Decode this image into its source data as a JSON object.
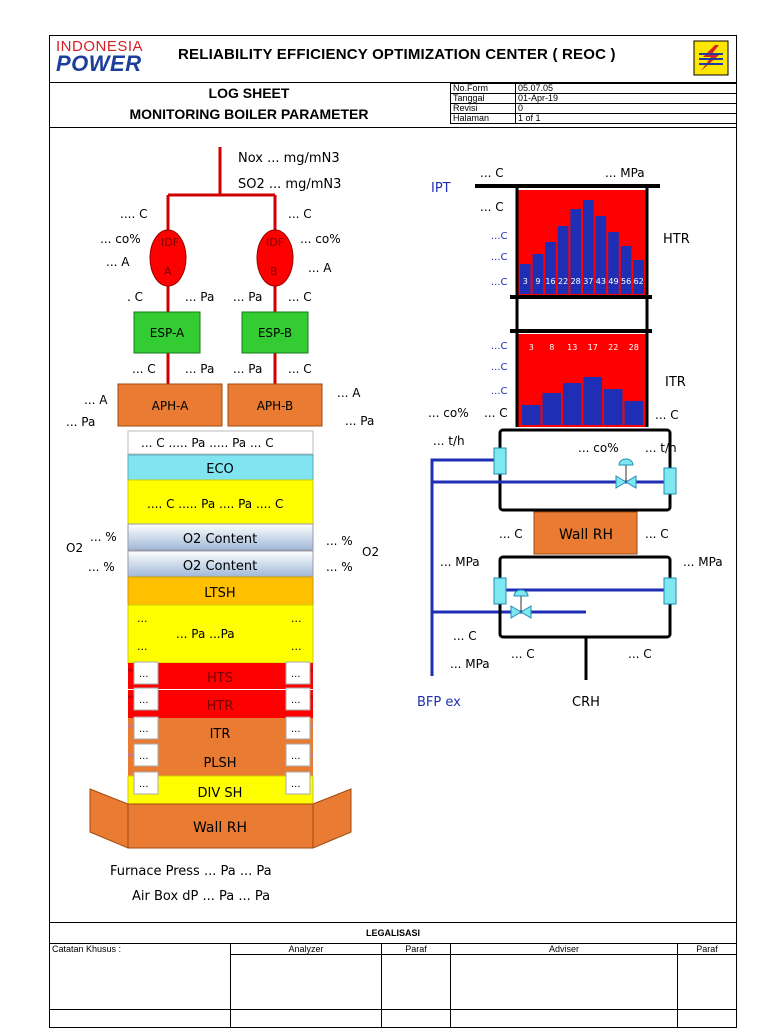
{
  "header": {
    "logo_top": "INDONESIA",
    "logo_bottom": "POWER",
    "title": "RELIABILITY EFFICIENCY OPTIMIZATION CENTER ( REOC )",
    "sheet_title_1": "LOG SHEET",
    "sheet_title_2": "MONITORING BOILER PARAMETER"
  },
  "meta": [
    {
      "label": "No.Form",
      "value": "05.07.05"
    },
    {
      "label": "Tanggal",
      "value": "01-Apr-19"
    },
    {
      "label": "Revisi",
      "value": "0"
    },
    {
      "label": "Halaman",
      "value": "1 of 1"
    }
  ],
  "boiler": {
    "stack": {
      "nox": "Nox ... mg/mN3",
      "so2": "SO2 ... mg/mN3"
    },
    "idf_a": {
      "label": "IDF A",
      "t": ".... C",
      "co": "... co%",
      "a": "... A"
    },
    "idf_b": {
      "label": "IDF B",
      "t": "... C",
      "co": "... co%",
      "a": "... A"
    },
    "esp_a": {
      "label": "ESP-A",
      "in_t": ". C",
      "in_p": "... Pa",
      "out_t": "... C",
      "out_p": "... Pa"
    },
    "esp_b": {
      "label": "ESP-B",
      "in_p": "... Pa",
      "in_t": "... C",
      "out_p": "... Pa",
      "out_t": "... C"
    },
    "aph_a": {
      "label": "APH-A",
      "a": "... A",
      "p": "... Pa"
    },
    "aph_b": {
      "label": "APH-B",
      "a": "... A",
      "p": "... Pa"
    },
    "eco_top": "... C ..... Pa ..... Pa ... C",
    "eco": "ECO",
    "eco_bottom": ".... C ..... Pa .... Pa .... C",
    "o2_1": "O2 Content",
    "o2_2": "O2 Content",
    "o2_left": "O2",
    "o2_right": "O2",
    "o2_l1": "... %",
    "o2_l2": "... %",
    "o2_r1": "... %",
    "o2_r2": "... %",
    "ltsh": "LTSH",
    "ltsh_mid": "... Pa ...Pa",
    "dots": "...",
    "hts": "HTS",
    "htr": "HTR",
    "itr": "ITR",
    "plsh": "PLSH",
    "divsh": "DIV SH",
    "wallrh": "Wall RH",
    "furnace": "Furnace Press ... Pa ... Pa",
    "airbox": "Air Box dP ... Pa ... Pa"
  },
  "reheater": {
    "ipt": "IPT",
    "ipt_t": "... C",
    "ipt_p": "... MPa",
    "htr_label": "HTR",
    "htr_t": "... C",
    "small_c": "...C",
    "htr_bars": [
      "3",
      "9",
      "16",
      "22",
      "28",
      "37",
      "43",
      "49",
      "56",
      "62"
    ],
    "itr_label": "ITR",
    "itr_bars": [
      "3",
      "8",
      "13",
      "17",
      "22",
      "28"
    ],
    "itr_co": "... co%",
    "itr_t1": "... C",
    "itr_t2": "... C",
    "th1": "... t/h",
    "co2": "... co%",
    "th2": "... t/h",
    "wall_rh": "Wall RH",
    "wall_t1": "... C",
    "wall_t2": "... C",
    "mpa1": "... MPa",
    "mpa2": "... MPa",
    "low_c1": "... C",
    "low_mpa": "... MPa",
    "low_c2": "... C",
    "low_c3": "... C",
    "crh": "CRH",
    "bfp": "BFP ex"
  },
  "legal": {
    "title": "LEGALISASI",
    "catatan": "Catatan Khusus :",
    "analyzer": "Analyzer",
    "paraf1": "Paraf",
    "adviser": "Adviser",
    "paraf2": "Paraf"
  },
  "colors": {
    "red": "#ff0000",
    "green": "#33cc33",
    "orange": "#e97b33",
    "yellow": "#ffff00",
    "cyan": "#80e5f0",
    "blue": "#1f2fb5"
  }
}
